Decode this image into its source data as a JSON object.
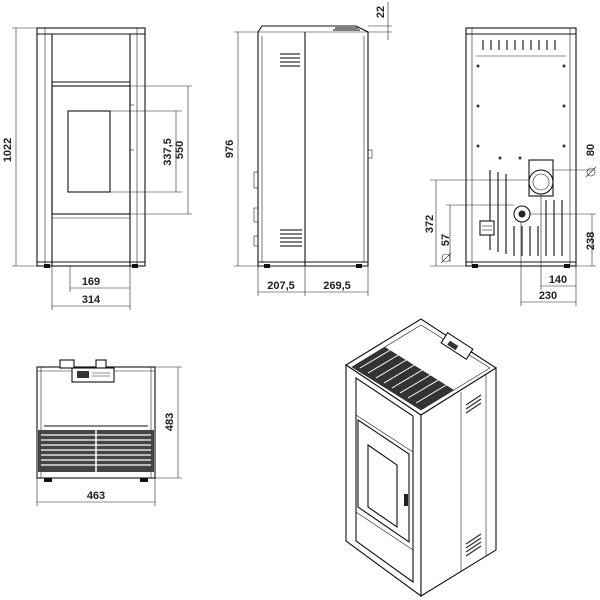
{
  "views": {
    "front": {
      "height_total": "1022",
      "window_height": "337,5",
      "door_height": "550",
      "window_offset": "169",
      "width": "314"
    },
    "side": {
      "top_gap": "22",
      "height": "976",
      "front_depth": "207,5",
      "rear_depth": "269,5"
    },
    "back": {
      "flue_diameter": "80",
      "air_diameter": "57",
      "air_height": "372",
      "flue_height": "238",
      "flue_offset": "140",
      "half_width": "230"
    },
    "top": {
      "depth": "483",
      "width": "463"
    }
  },
  "colors": {
    "line": "#111111",
    "background": "#ffffff"
  }
}
